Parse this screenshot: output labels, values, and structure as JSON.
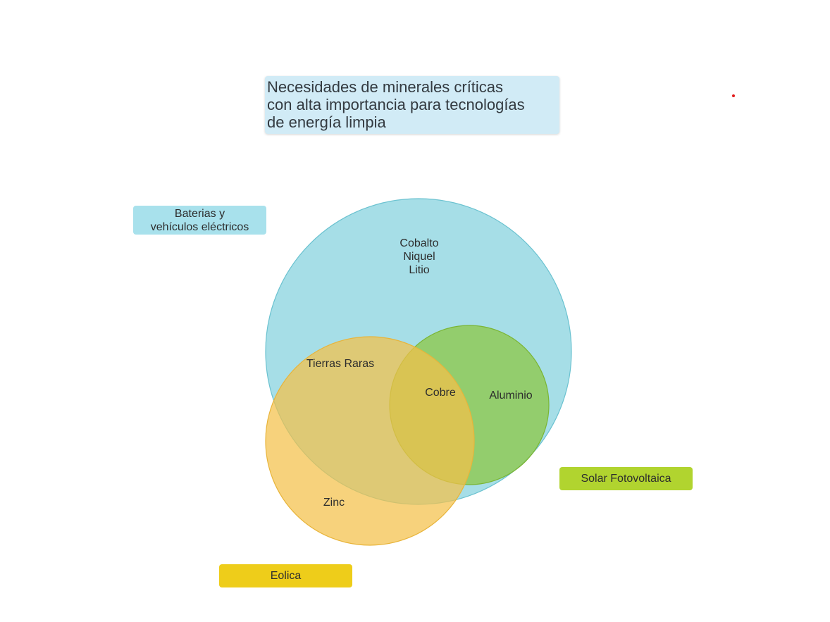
{
  "title": "Necesidades de minerales críticas\ncon alta importancia para tecnologías\nde energía limpia",
  "legend": {
    "baterias": "Baterias y\nvehículos eléctricos",
    "solar": "Solar Fotovoltaica",
    "eolica": "Eolica"
  },
  "regions": {
    "baterias_only": "Cobalto\nNiquel\nLitio",
    "baterias_eolica": "Tierras Raras",
    "all_three": "Cobre",
    "baterias_solar": "Aluminio",
    "eolica_only": "Zinc"
  },
  "colors": {
    "baterias": "#a8e1ec",
    "solar": "#b1d42f",
    "eolica": "#eecd1a",
    "title_bg": "#d1ebf6",
    "baterias_circle": "#7ccfdc",
    "solar_circle": "#8cc63f",
    "eolica_circle": "#f4c04a"
  }
}
